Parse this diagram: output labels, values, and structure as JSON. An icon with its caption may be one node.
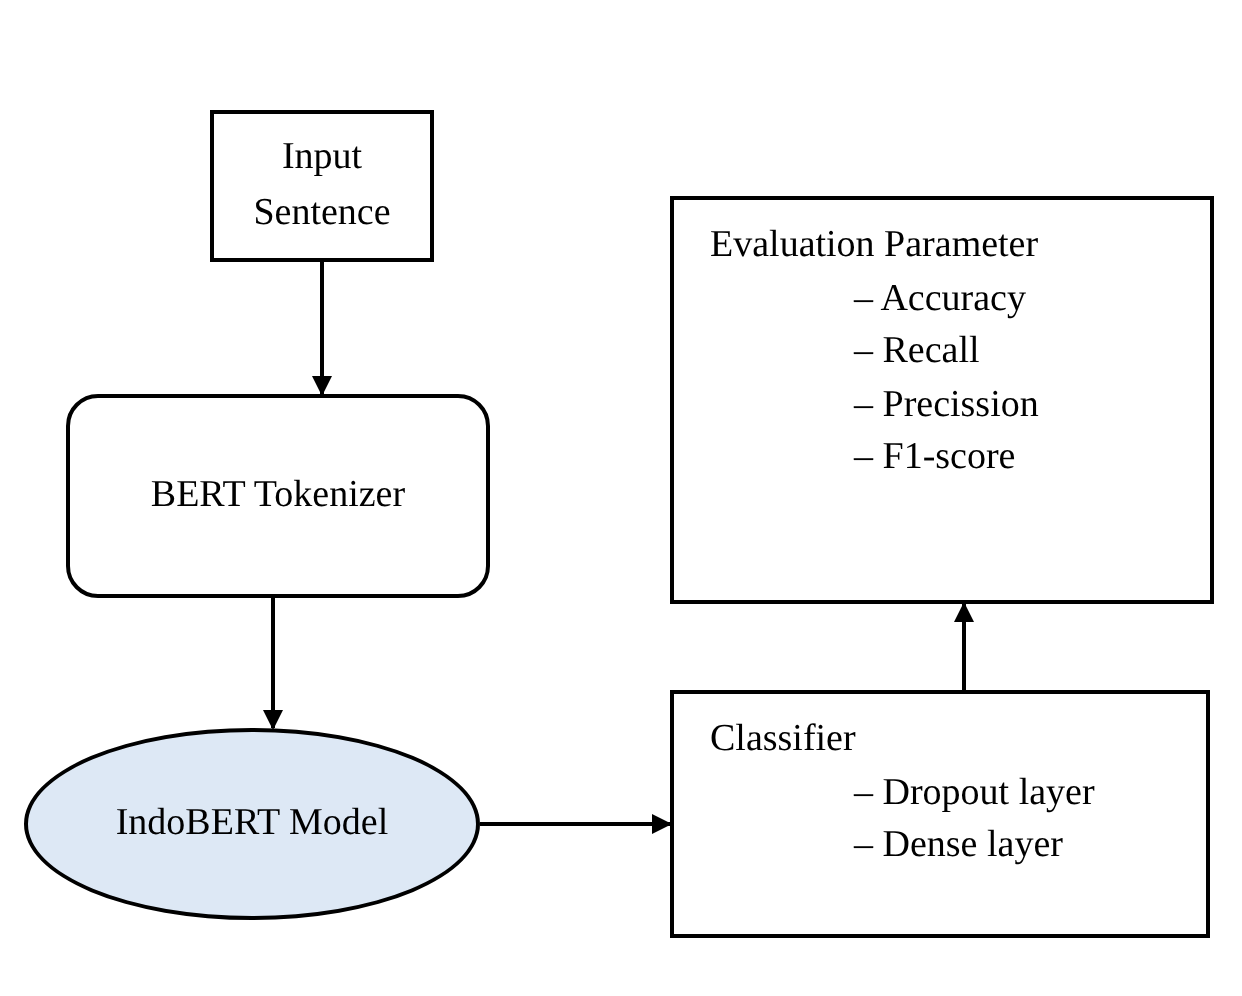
{
  "diagram": {
    "nodes": [
      {
        "text": [
          "Input Sentence"
        ]
      },
      {
        "text": [
          "BERT Tokenizer"
        ]
      },
      {
        "text": [
          "IndoBERT Model"
        ]
      },
      {
        "text": [
          "Classifier",
          "– Dropout layer",
          "– Dense layer"
        ]
      },
      {
        "text": [
          "Evaluation Parameter",
          "– Accuracy",
          "– Recall",
          "– Precission",
          "– F1-score"
        ]
      }
    ],
    "edges": [
      {
        "from": 0,
        "to": 1,
        "arrow": "to"
      },
      {
        "from": 1,
        "to": 2,
        "arrow": "to"
      },
      {
        "from": 2,
        "to": 3,
        "arrow": "to"
      },
      {
        "from": 3,
        "to": 4,
        "arrow": "to"
      }
    ]
  }
}
